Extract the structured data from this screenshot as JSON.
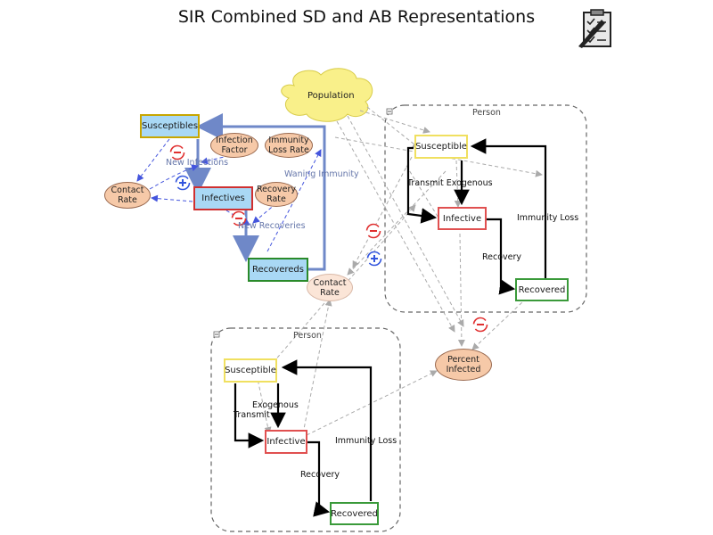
{
  "title": "SIR Combined SD and AB Representations",
  "icons": {
    "corner": "clipboard-checklist-icon"
  },
  "sd": {
    "cloud": "Population",
    "stocks": {
      "susceptibles": "Susceptibles",
      "infectives": "Infectives",
      "recovereds": "Recovereds"
    },
    "variables": {
      "infection_factor": "Infection Factor",
      "immunity_loss_rate": "Immunity Loss Rate",
      "recovery_rate": "Recovery Rate",
      "contact_rate": "Contact Rate"
    },
    "flows": {
      "new_infections": "New Infections",
      "new_recoveries": "New Recoveries",
      "waning_immunity": "Waning Immunity"
    }
  },
  "ab_top": {
    "label": "Person",
    "states": {
      "susceptible": "Susceptible",
      "infective": "Infective",
      "recovered": "Recovered"
    },
    "transitions": {
      "transmit_exogenous": "Transmit Exogenous",
      "recovery": "Recovery",
      "immunity_loss": "Immunity Loss"
    }
  },
  "ab_bottom": {
    "label": "Person",
    "states": {
      "susceptible": "Susceptible",
      "infective": "Infective",
      "recovered": "Recovered"
    },
    "transitions": {
      "exogenous": "Exogenous",
      "transmit": "Transmit",
      "recovery": "Recovery",
      "immunity_loss": "Immunity Loss"
    }
  },
  "shared": {
    "contact_rate": "Contact Rate",
    "percent_infected": "Percent Infected"
  },
  "polarity": {
    "negative": "-",
    "positive": "+"
  },
  "collapse": "-"
}
